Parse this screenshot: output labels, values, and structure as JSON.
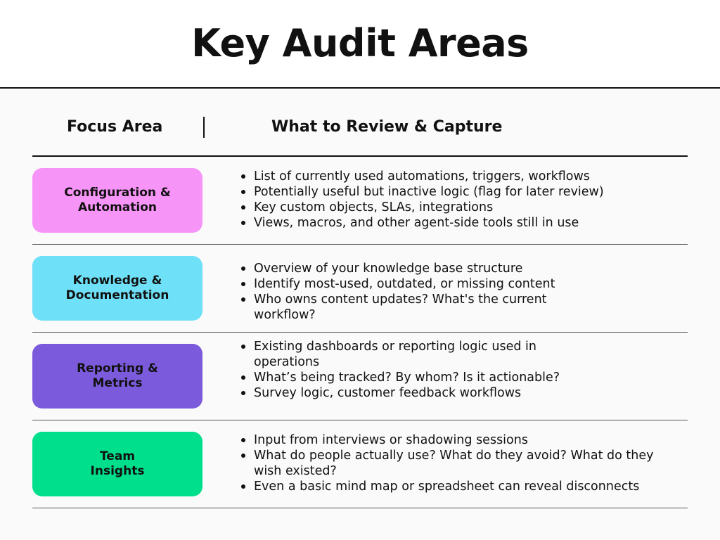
{
  "title": "Key Audit Areas",
  "columns": {
    "left": "Focus Area",
    "right": "What to Review & Capture"
  },
  "rows": [
    {
      "label": "Configuration &\nAutomation",
      "color": "#f794f7",
      "bullets": [
        "List of currently used automations, triggers, workflows",
        "Potentially useful but inactive logic (flag for later review)",
        "Key custom objects, SLAs, integrations",
        "Views, macros, and other agent-side tools still in use"
      ]
    },
    {
      "label": "Knowledge &\nDocumentation",
      "color": "#6ee0f7",
      "bullets": [
        "Overview of your knowledge base structure",
        "Identify most-used, outdated, or missing content",
        "Who owns content updates? What's the current workflow?"
      ]
    },
    {
      "label": "Reporting &\nMetrics",
      "color": "#7b5bdc",
      "bullets": [
        "Existing dashboards or reporting logic used in operations",
        "What’s being tracked? By whom? Is it actionable?",
        "Survey logic, customer feedback workflows"
      ]
    },
    {
      "label": "Team\nInsights",
      "color": "#00e08c",
      "bullets": [
        "Input from interviews or shadowing sessions",
        "What do people actually use? What do they avoid? What do they wish existed?",
        "Even a basic mind map or spreadsheet can reveal disconnects"
      ]
    }
  ]
}
